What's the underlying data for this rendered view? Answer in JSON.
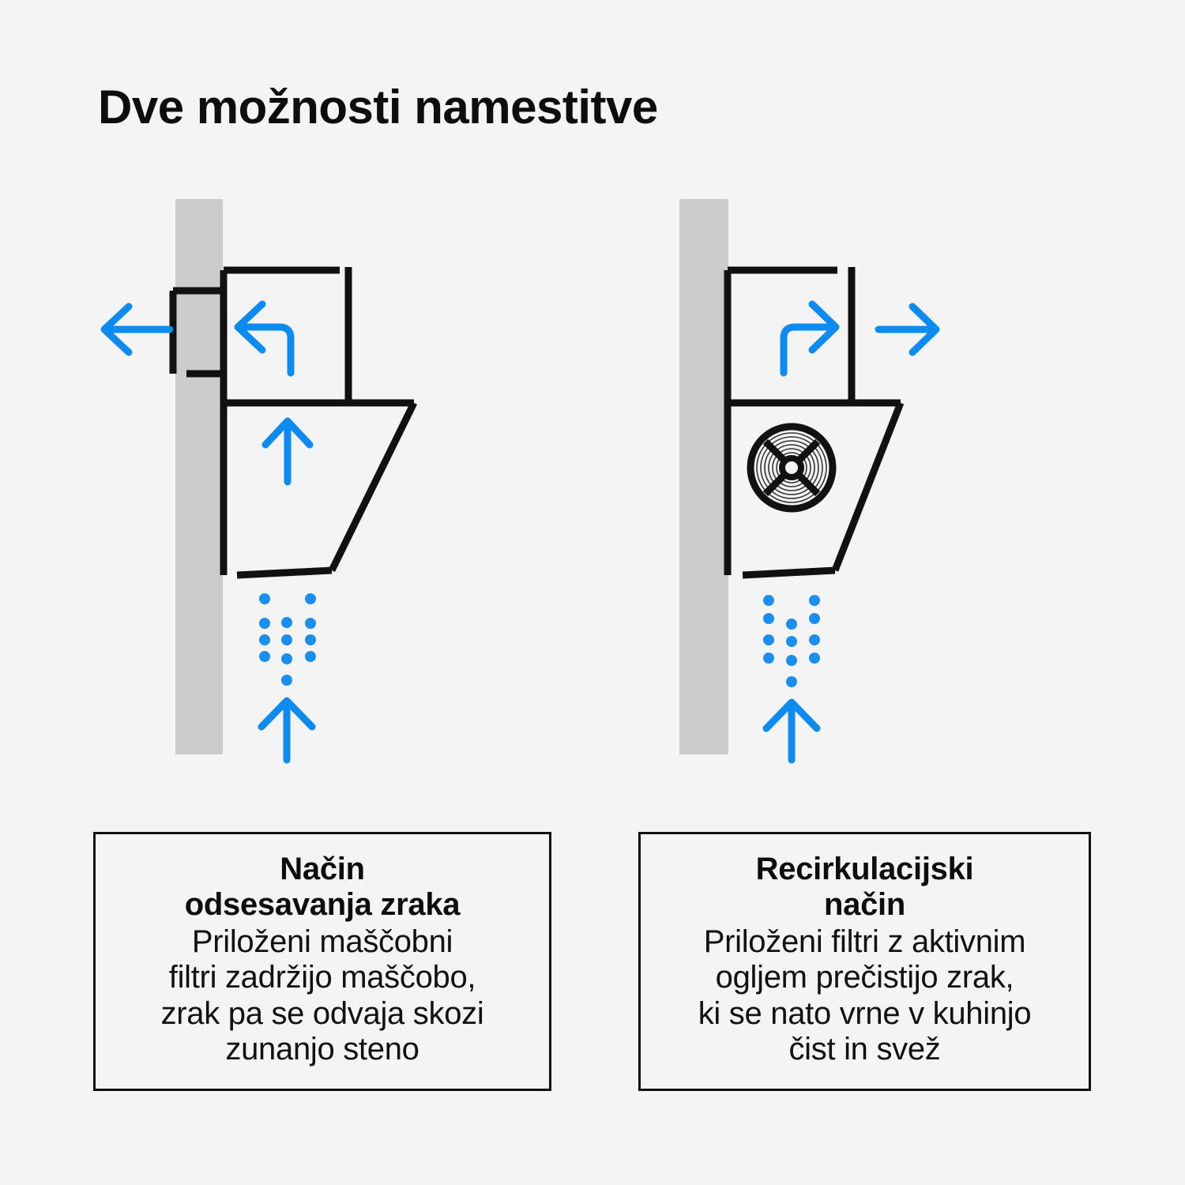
{
  "page": {
    "title": "Dve možnosti namestitve",
    "background_color": "#f4f4f4",
    "accent_color": "#0d8bf0",
    "line_color": "#111111",
    "wall_color": "#cccccc"
  },
  "diagrams": {
    "left": {
      "name": "extraction-mode-diagram",
      "wall_label": "wall",
      "duct_label": "wall-duct",
      "arrows": [
        {
          "name": "arrow-exhaust-outdoors",
          "direction": "left",
          "kind": "straight"
        },
        {
          "name": "arrow-exhaust-through-duct",
          "direction": "left",
          "kind": "curved"
        },
        {
          "name": "arrow-air-rising-in-hood",
          "direction": "up",
          "kind": "straight"
        },
        {
          "name": "arrow-cooking-air-intake",
          "direction": "up",
          "kind": "straight"
        }
      ],
      "dots_label": "steam-dots"
    },
    "right": {
      "name": "recirculation-mode-diagram",
      "wall_label": "wall",
      "fan_label": "carbon-filter-fan",
      "arrows": [
        {
          "name": "arrow-recirculated-air-out",
          "direction": "right",
          "kind": "straight"
        },
        {
          "name": "arrow-air-turning-out",
          "direction": "right",
          "kind": "curved"
        },
        {
          "name": "arrow-cooking-air-intake",
          "direction": "up",
          "kind": "straight"
        }
      ],
      "dots_label": "steam-dots"
    }
  },
  "captions": {
    "left": {
      "heading": "Način\nodsesavanja zraka",
      "body": "Priloženi maščobni\nfiltri zadržijo maščobo,\nzrak pa se odvaja skozi\nzunanjo steno"
    },
    "right": {
      "heading": "Recirkulacijski\nnačin",
      "body": "Priloženi filtri z aktivnim\nogljem prečistijo zrak,\nki se nato vrne v kuhinjo\nčist in svež"
    }
  }
}
